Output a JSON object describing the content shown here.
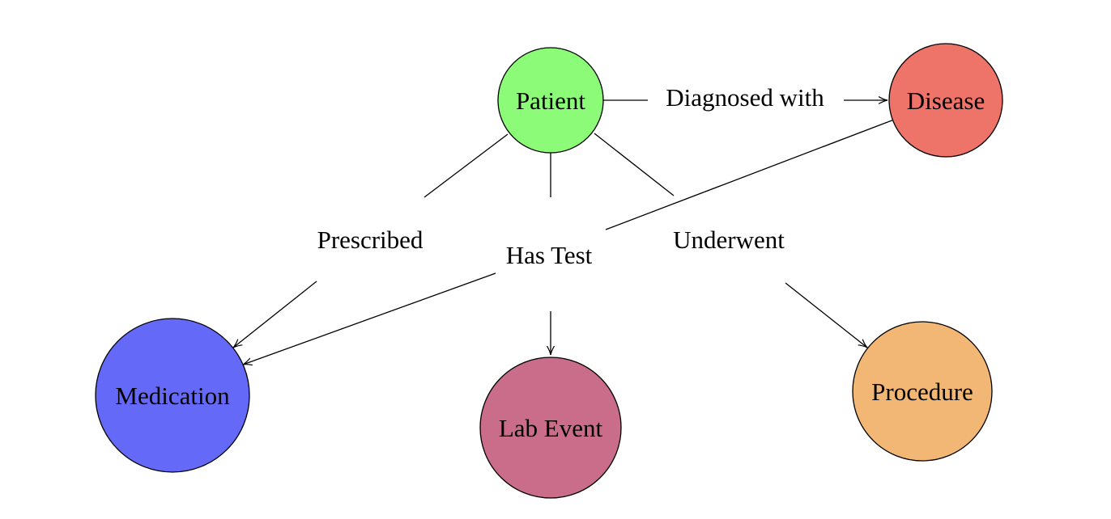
{
  "nodes": {
    "patient": {
      "label": "Patient",
      "color": "#8cfc78"
    },
    "disease": {
      "label": "Disease",
      "color": "#ee7368"
    },
    "medication": {
      "label": "Medication",
      "color": "#646af7"
    },
    "lab_event": {
      "label": "Lab Event",
      "color": "#ca6d8b"
    },
    "procedure": {
      "label": "Procedure",
      "color": "#f2b774"
    }
  },
  "edges": {
    "diagnosed_with": {
      "label": "Diagnosed with",
      "from": "patient",
      "to": "disease"
    },
    "prescribed": {
      "label": "Prescribed",
      "from": "patient",
      "to": "medication"
    },
    "has_test": {
      "label": "Has Test",
      "from": "patient",
      "to": "lab_event"
    },
    "underwent": {
      "label": "Underwent",
      "from": "patient",
      "to": "procedure"
    },
    "disease_to_medication": {
      "label": "",
      "from": "disease",
      "to": "medication"
    }
  }
}
